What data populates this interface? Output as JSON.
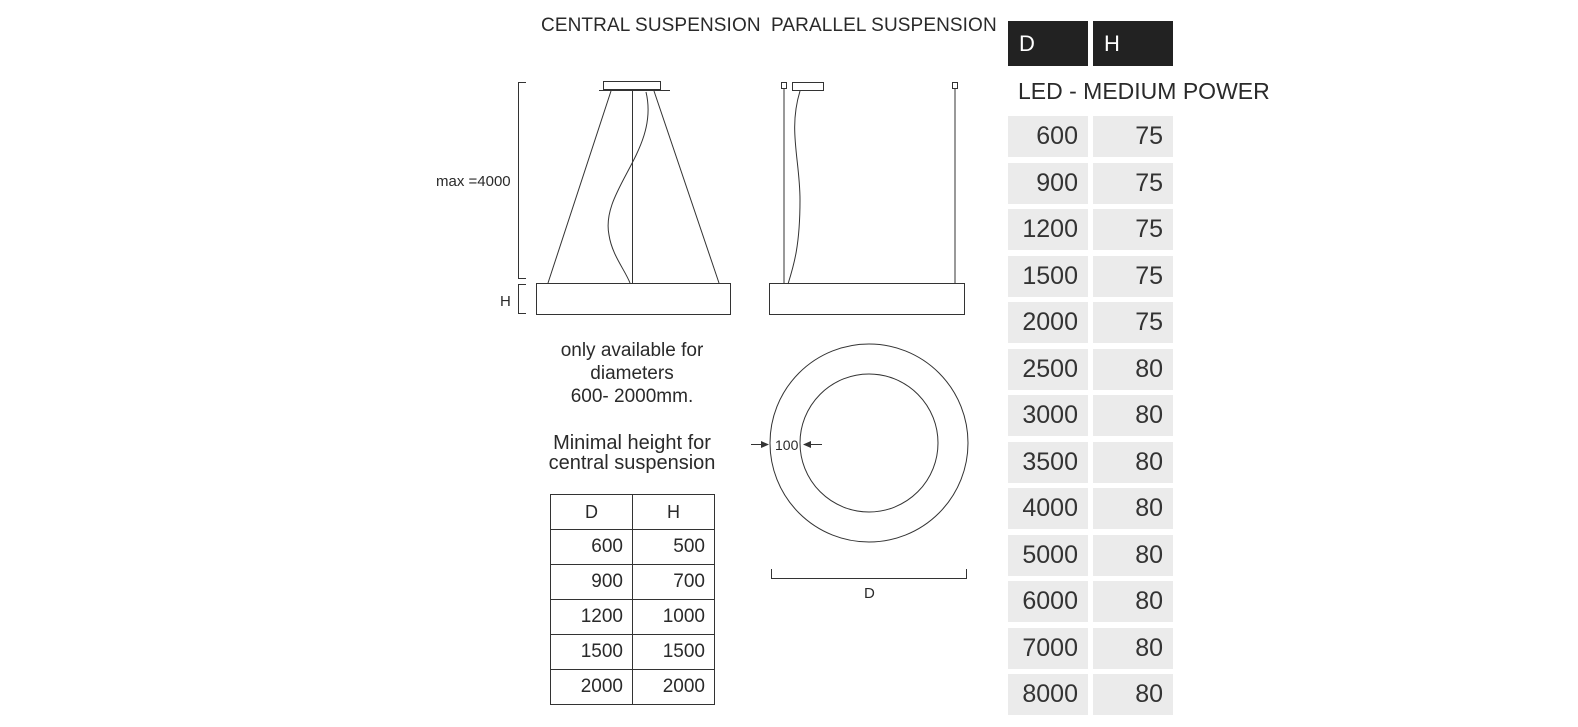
{
  "headings": {
    "central": "CENTRAL SUSPENSION",
    "parallel": "PARALLEL SUSPENSION"
  },
  "dimension_labels": {
    "max": "max =4000",
    "h": "H",
    "d": "D",
    "ring_width": "100"
  },
  "note": {
    "line1": "only available  for",
    "line2": "diameters",
    "line3": "600- 2000mm."
  },
  "min_height": {
    "title_line1": "Minimal  height  for",
    "title_line2": "central suspension",
    "headers": [
      "D",
      "H"
    ],
    "rows": [
      [
        "600",
        "500"
      ],
      [
        "900",
        "700"
      ],
      [
        "1200",
        "1000"
      ],
      [
        "1500",
        "1500"
      ],
      [
        "2000",
        "2000"
      ]
    ]
  },
  "spec_table": {
    "headers": [
      "D",
      "H"
    ],
    "group_title": "LED - MEDIUM POWER",
    "rows": [
      [
        "600",
        "75"
      ],
      [
        "900",
        "75"
      ],
      [
        "1200",
        "75"
      ],
      [
        "1500",
        "75"
      ],
      [
        "2000",
        "75"
      ],
      [
        "2500",
        "80"
      ],
      [
        "3000",
        "80"
      ],
      [
        "3500",
        "80"
      ],
      [
        "4000",
        "80"
      ],
      [
        "5000",
        "80"
      ],
      [
        "6000",
        "80"
      ],
      [
        "7000",
        "80"
      ],
      [
        "8000",
        "80"
      ]
    ]
  },
  "colors": {
    "header_bg": "#222222",
    "cell_bg": "#ebebeb",
    "line": "#333333"
  }
}
